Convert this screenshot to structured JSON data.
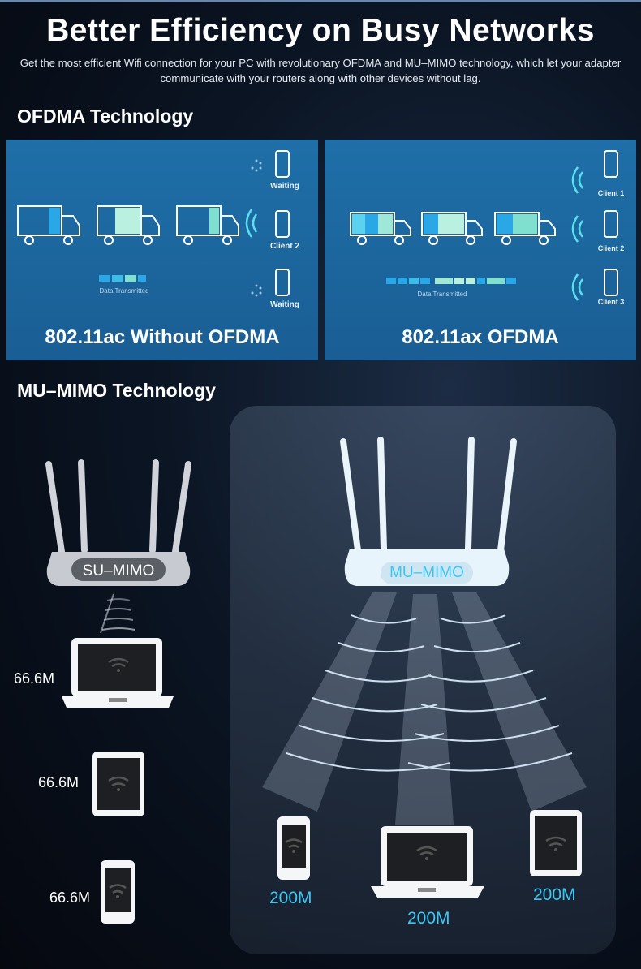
{
  "page": {
    "title": "Better Efficiency on Busy Networks",
    "subtitle": "Get the most efficient Wifi connection for your PC with revolutionary OFDMA and MU–MIMO technology, which let your adapter communicate with your routers along with other devices without lag."
  },
  "ofdma": {
    "heading": "OFDMA Technology",
    "left_panel": {
      "caption": "802.11ac Without OFDMA",
      "waiting_top": "Waiting",
      "client": "Client 2",
      "waiting_bottom": "Waiting",
      "data_label": "Data Transmitted"
    },
    "right_panel": {
      "caption": "802.11ax OFDMA",
      "client1": "Client 1",
      "client2": "Client 2",
      "client3": "Client 3",
      "data_label": "Data Transmitted"
    }
  },
  "mumimo": {
    "heading": "MU–MIMO Technology",
    "su_router_label": "SU–MIMO",
    "mu_router_label": "MU–MIMO",
    "su_speeds": [
      "66.6M",
      "66.6M",
      "66.6M"
    ],
    "mu_speeds": [
      "200M",
      "200M",
      "200M"
    ]
  },
  "colors": {
    "panel_blue": "#1f6fa8",
    "accent_cyan": "#3cc6f2",
    "data_teal": "#9fe8d8"
  }
}
